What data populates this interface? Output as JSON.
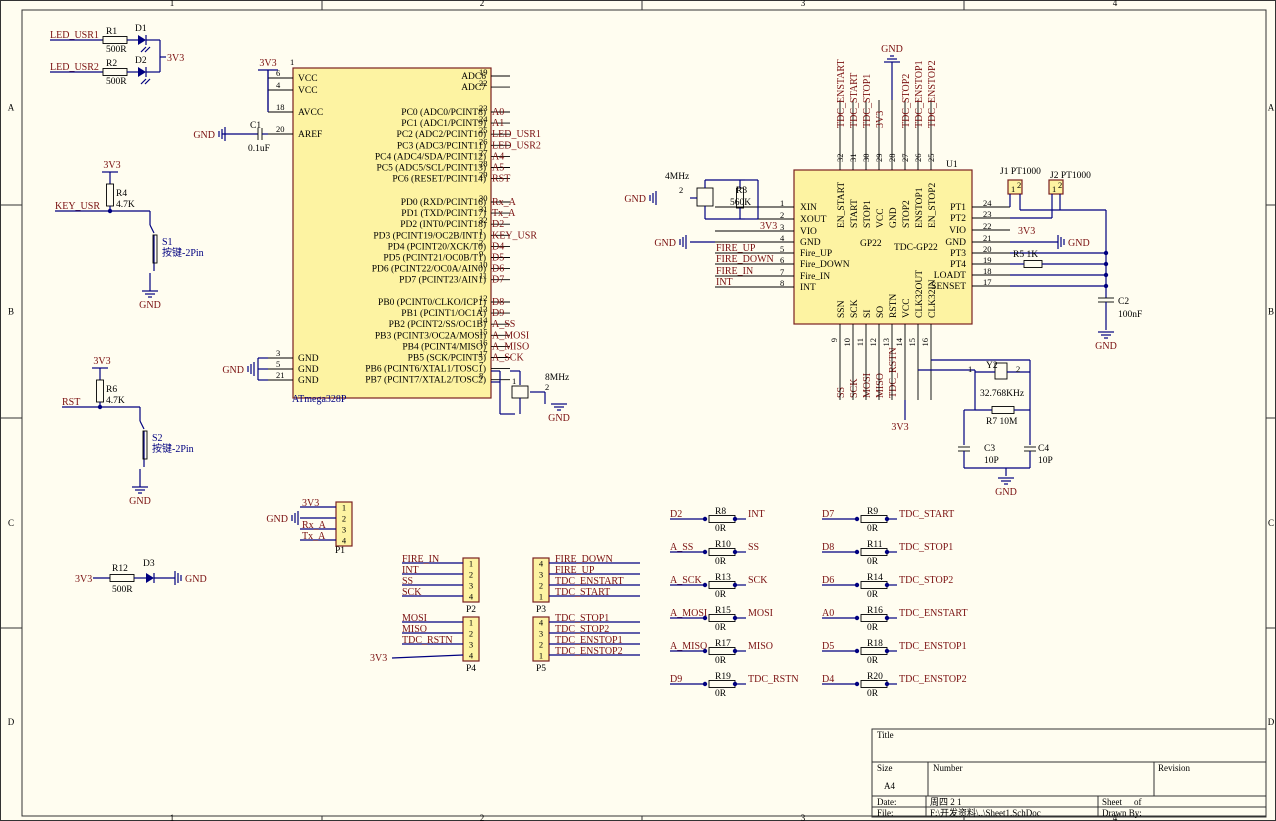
{
  "border": {
    "cols": [
      "1",
      "2",
      "3",
      "4"
    ],
    "rows": [
      "A",
      "B",
      "C",
      "D"
    ]
  },
  "leds": [
    {
      "net": "LED_USR1",
      "ref": "R1",
      "val": "500R",
      "diode": "D1"
    },
    {
      "net": "LED_USR2",
      "ref": "R2",
      "val": "500R",
      "diode": "D2"
    }
  ],
  "led_supply": "3V3",
  "keys": [
    {
      "supply": "3V3",
      "ref": "R4",
      "val": "4.7K",
      "net": "KEY_USR",
      "sw": "S1",
      "sw_val": "按键-2Pin",
      "gnd": "GND"
    },
    {
      "supply": "3V3",
      "ref": "R6",
      "val": "4.7K",
      "net": "RST",
      "sw": "S2",
      "sw_val": "按键-2Pin",
      "gnd": "GND"
    }
  ],
  "power_led": {
    "supply": "3V3",
    "ref": "R12",
    "val": "500R",
    "diode": "D3",
    "gnd": "GND"
  },
  "mcu": {
    "name": "ATmega328P",
    "ref_pin": "1",
    "supply": "3V3",
    "gnd": "GND",
    "c1": {
      "ref": "C1",
      "val": "0.1uF"
    },
    "left_pins": [
      {
        "num": "6",
        "name": "VCC"
      },
      {
        "num": "4",
        "name": "VCC"
      },
      {
        "num": "18",
        "name": "AVCC"
      },
      {
        "num": "20",
        "name": "AREF"
      },
      {
        "num": "3",
        "name": "GND"
      },
      {
        "num": "5",
        "name": "GND"
      },
      {
        "num": "21",
        "name": "GND"
      }
    ],
    "right_pins": [
      {
        "num": "19",
        "name": "ADC6",
        "net": ""
      },
      {
        "num": "22",
        "name": "ADC7",
        "net": ""
      },
      {
        "num": "23",
        "name": "PC0 (ADC0/PCINT8)",
        "net": "A0"
      },
      {
        "num": "24",
        "name": "PC1 (ADC1/PCINT9)",
        "net": "A1"
      },
      {
        "num": "25",
        "name": "PC2 (ADC2/PCINT10)",
        "net": "LED_USR1"
      },
      {
        "num": "26",
        "name": "PC3 (ADC3/PCINT11)",
        "net": "LED_USR2"
      },
      {
        "num": "27",
        "name": "PC4 (ADC4/SDA/PCINT12)",
        "net": "A4"
      },
      {
        "num": "28",
        "name": "PC5 (ADC5/SCL/PCINT13)",
        "net": "A5"
      },
      {
        "num": "29",
        "name": "PC6 (RESET/PCINT14)",
        "net": "RST"
      },
      {
        "num": "30",
        "name": "PD0 (RXD/PCINT16)",
        "net": "Rx_A"
      },
      {
        "num": "31",
        "name": "PD1 (TXD/PCINT17)",
        "net": "Tx_A"
      },
      {
        "num": "32",
        "name": "PD2 (INT0/PCINT18)",
        "net": "D2"
      },
      {
        "num": "1",
        "name": "PD3 (PCINT19/OC2B/INT1)",
        "net": "KEY_USR"
      },
      {
        "num": "2",
        "name": "PD4 (PCINT20/XCK/T0)",
        "net": "D4"
      },
      {
        "num": "9",
        "name": "PD5 (PCINT21/OC0B/T1)",
        "net": "D5"
      },
      {
        "num": "10",
        "name": "PD6 (PCINT22/OC0A/AIN0)",
        "net": "D6"
      },
      {
        "num": "11",
        "name": "PD7 (PCINT23/AIN1)",
        "net": "D7"
      },
      {
        "num": "12",
        "name": "PB0 (PCINT0/CLKO/ICP1)",
        "net": "D8"
      },
      {
        "num": "13",
        "name": "PB1 (PCINT1/OC1A)",
        "net": "D9"
      },
      {
        "num": "14",
        "name": "PB2 (PCINT2/SS/OC1B)",
        "net": "A_SS"
      },
      {
        "num": "15",
        "name": "PB3 (PCINT3/OC2A/MOSI)",
        "net": "A_MOSI"
      },
      {
        "num": "16",
        "name": "PB4 (PCINT4/MISO)",
        "net": "A_MISO"
      },
      {
        "num": "17",
        "name": "PB5 (SCK/PCINT5)",
        "net": "A_SCK"
      },
      {
        "num": "7",
        "name": "PB6 (PCINT6/XTAL1/TOSC1)",
        "net": ""
      },
      {
        "num": "8",
        "name": "PB7 (PCINT7/XTAL2/TOSC2)",
        "net": ""
      }
    ],
    "crystal": {
      "val": "8MHz",
      "p1": "1",
      "p2": "2",
      "gnd": "GND"
    }
  },
  "tdc": {
    "ref": "U1",
    "name": "GP22",
    "part": "TDC-GP22",
    "top_pins": [
      {
        "num": "32",
        "name": "EN_START",
        "net": "TDC_ENSTART"
      },
      {
        "num": "31",
        "name": "START",
        "net": "TDC_START"
      },
      {
        "num": "30",
        "name": "STOP1",
        "net": "TDC_STOP1"
      },
      {
        "num": "29",
        "name": "VCC",
        "net": "3V3"
      },
      {
        "num": "28",
        "name": "GND",
        "net": "GND"
      },
      {
        "num": "27",
        "name": "STOP2",
        "net": "TDC_STOP2"
      },
      {
        "num": "26",
        "name": "ENSTOP1",
        "net": "TDC_ENSTOP1"
      },
      {
        "num": "25",
        "name": "EN_STOP2",
        "net": "TDC_ENSTOP2"
      }
    ],
    "left_pins": [
      {
        "num": "1",
        "name": "XIN",
        "net": ""
      },
      {
        "num": "2",
        "name": "XOUT",
        "net": ""
      },
      {
        "num": "3",
        "name": "VIO",
        "net": "3V3"
      },
      {
        "num": "4",
        "name": "GND",
        "net": "GND"
      },
      {
        "num": "5",
        "name": "Fire_UP",
        "net": "FIRE_UP"
      },
      {
        "num": "6",
        "name": "Fire_DOWN",
        "net": "FIRE_DOWN"
      },
      {
        "num": "7",
        "name": "Fire_IN",
        "net": "FIRE_IN"
      },
      {
        "num": "8",
        "name": "INT",
        "net": "INT"
      }
    ],
    "right_pins": [
      {
        "num": "24",
        "name": "PT1"
      },
      {
        "num": "23",
        "name": "PT2"
      },
      {
        "num": "22",
        "name": "VIO",
        "net": "3V3"
      },
      {
        "num": "21",
        "name": "GND",
        "net": "GND"
      },
      {
        "num": "20",
        "name": "PT3"
      },
      {
        "num": "19",
        "name": "PT4"
      },
      {
        "num": "18",
        "name": "LOADT"
      },
      {
        "num": "17",
        "name": "SENSET"
      }
    ],
    "bottom_pins": [
      {
        "num": "9",
        "name": "SSN",
        "net": "SS"
      },
      {
        "num": "10",
        "name": "SCK",
        "net": "SCK"
      },
      {
        "num": "11",
        "name": "SI",
        "net": "MOSI"
      },
      {
        "num": "12",
        "name": "SO",
        "net": "MISO"
      },
      {
        "num": "13",
        "name": "RSTN",
        "net": "TDC_RSTN"
      },
      {
        "num": "14",
        "name": "VCC",
        "net": ""
      },
      {
        "num": "15",
        "name": "CLK32OUT",
        "net": ""
      },
      {
        "num": "16",
        "name": "CLK32IN",
        "net": ""
      }
    ],
    "vcc_net": "3V3",
    "xtal_4m": {
      "val": "4MHz",
      "pin": "2",
      "gnd": "GND"
    },
    "r3": {
      "ref": "R3",
      "val": "560K"
    },
    "j1": {
      "ref": "J1",
      "val": "PT1000",
      "p1": "1",
      "p2": "2"
    },
    "j2": {
      "ref": "J2",
      "val": "PT1000",
      "p1": "1",
      "p2": "2"
    },
    "r5": {
      "ref": "R5",
      "val": "1K"
    },
    "c2": {
      "ref": "C2",
      "val": "100nF",
      "gnd": "GND"
    },
    "y2": {
      "ref": "Y2",
      "val": "32.768KHz",
      "p1": "1",
      "p2": "2"
    },
    "r7": {
      "ref": "R7",
      "val": "10M"
    },
    "c3": {
      "ref": "C3",
      "val": "10P"
    },
    "c4": {
      "ref": "C4",
      "val": "10P"
    },
    "gnd32": "GND"
  },
  "p1": {
    "ref": "P1",
    "pins": [
      "1",
      "2",
      "3",
      "4"
    ],
    "nets": [
      "3V3",
      "GND",
      "Rx_A",
      "Tx_A"
    ]
  },
  "p2": {
    "ref": "P2",
    "pins": [
      "1",
      "2",
      "3",
      "4"
    ],
    "nets": [
      "FIRE_IN",
      "INT",
      "SS",
      "SCK"
    ]
  },
  "p3": {
    "ref": "P3",
    "pins": [
      "4",
      "3",
      "2",
      "1"
    ],
    "nets": [
      "FIRE_DOWN",
      "FIRE_UP",
      "TDC_ENSTART",
      "TDC_START"
    ]
  },
  "p4": {
    "ref": "P4",
    "pins": [
      "1",
      "2",
      "3",
      "4"
    ],
    "nets": [
      "MOSI",
      "MISO",
      "TDC_RSTN",
      "3V3"
    ]
  },
  "p5": {
    "ref": "P5",
    "pins": [
      "4",
      "3",
      "2",
      "1"
    ],
    "nets": [
      "TDC_STOP1",
      "TDC_STOP2",
      "TDC_ENSTOP1",
      "TDC_ENSTOP2"
    ]
  },
  "jumpers_left": [
    {
      "from": "D2",
      "ref": "R8",
      "val": "0R",
      "to": "INT"
    },
    {
      "from": "A_SS",
      "ref": "R10",
      "val": "0R",
      "to": "SS"
    },
    {
      "from": "A_SCK",
      "ref": "R13",
      "val": "0R",
      "to": "SCK"
    },
    {
      "from": "A_MOSI",
      "ref": "R15",
      "val": "0R",
      "to": "MOSI"
    },
    {
      "from": "A_MISO",
      "ref": "R17",
      "val": "0R",
      "to": "MISO"
    },
    {
      "from": "D9",
      "ref": "R19",
      "val": "0R",
      "to": "TDC_RSTN"
    }
  ],
  "jumpers_right": [
    {
      "from": "D7",
      "ref": "R9",
      "val": "0R",
      "to": "TDC_START"
    },
    {
      "from": "D8",
      "ref": "R11",
      "val": "0R",
      "to": "TDC_STOP1"
    },
    {
      "from": "D6",
      "ref": "R14",
      "val": "0R",
      "to": "TDC_STOP2"
    },
    {
      "from": "A0",
      "ref": "R16",
      "val": "0R",
      "to": "TDC_ENSTART"
    },
    {
      "from": "D5",
      "ref": "R18",
      "val": "0R",
      "to": "TDC_ENSTOP1"
    },
    {
      "from": "D4",
      "ref": "R20",
      "val": "0R",
      "to": "TDC_ENSTOP2"
    }
  ],
  "title_block": {
    "title_label": "Title",
    "size_label": "Size",
    "size_value": "A4",
    "number_label": "Number",
    "revision_label": "Revision",
    "date_label": "Date:",
    "date_value": "周四 2 1",
    "sheet_label": "Sheet",
    "of_label": "of",
    "file_label": "File:",
    "file_value": "F:\\开发资料\\..\\Sheet1.SchDoc",
    "drawn_label": "Drawn By:"
  }
}
